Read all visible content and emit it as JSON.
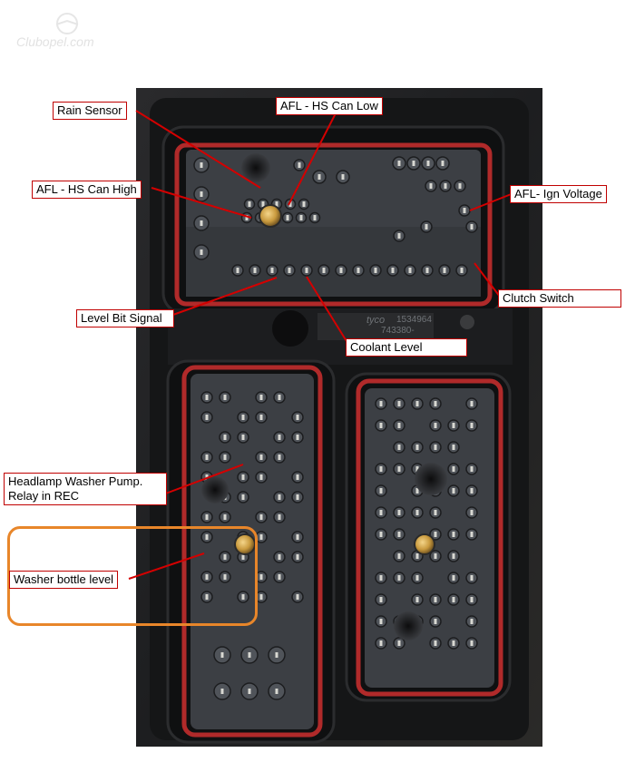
{
  "watermark": {
    "text": "Clubopel.com"
  },
  "colors": {
    "callout_line": "#d40000",
    "callout_border": "#c00000",
    "highlight": "#e8862a",
    "connector_body": "#3c3f44",
    "housing": "#17181a",
    "seal": "#b02a2a"
  },
  "callouts": {
    "rain_sensor": "Rain Sensor",
    "afl_hs_can_low": "AFL - HS Can Low",
    "afl_hs_can_high": "AFL - HS Can High",
    "afl_ign_voltage": "AFL- Ign Voltage",
    "clutch_switch": "Clutch Switch",
    "level_bit_signal": "Level Bit Signal",
    "coolant_level": "Coolant Level",
    "headlamp_washer_line1": "Headlamp Washer Pump.",
    "headlamp_washer_line2": "Relay in REC",
    "washer_bottle_level": "Washer bottle level"
  },
  "housing_markings": {
    "brand": "tyco",
    "part_number": "1534964",
    "part_number_2": "743380-"
  }
}
